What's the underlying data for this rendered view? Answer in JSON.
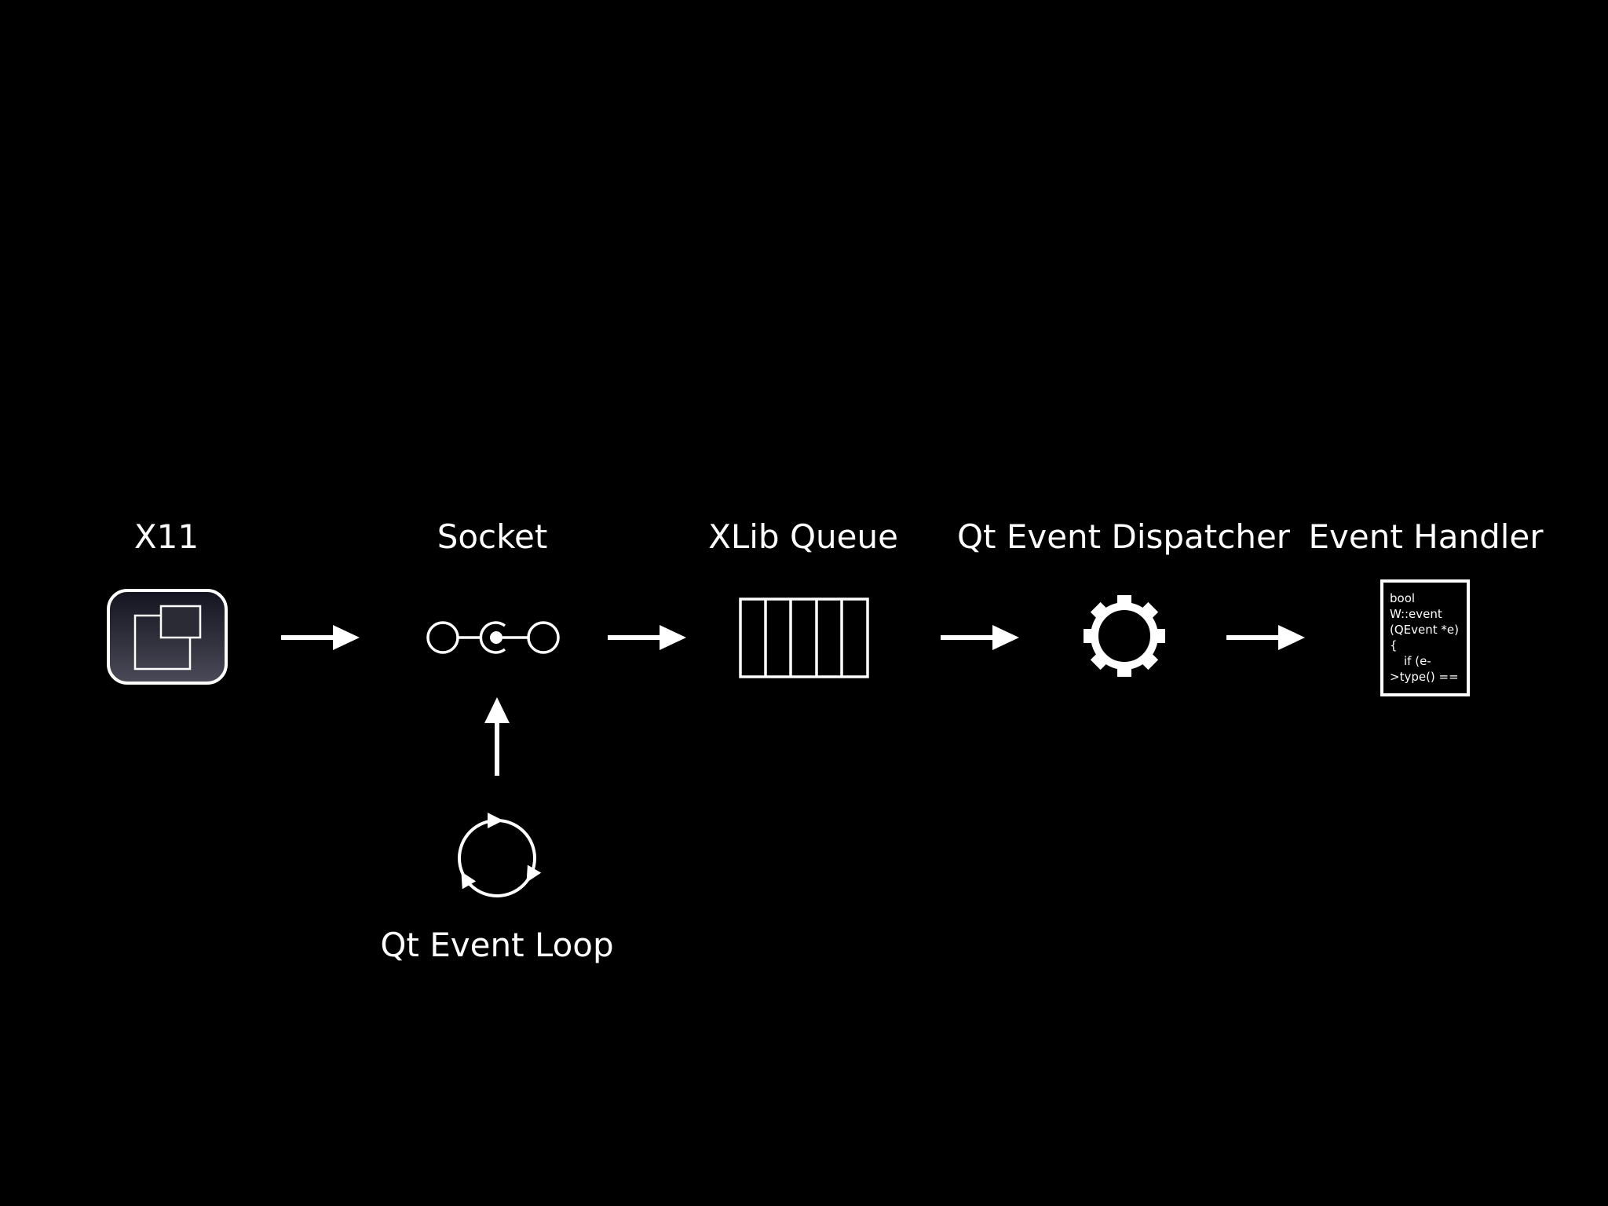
{
  "colors": {
    "background": "#000000",
    "foreground": "#ffffff",
    "x11_icon_fill_top": "#141420",
    "x11_icon_fill_bottom": "#4a4a58"
  },
  "nodes": {
    "x11": {
      "label": "X11",
      "icon": "x11-window-icon"
    },
    "socket": {
      "label": "Socket",
      "icon": "socket-icon"
    },
    "xlib_queue": {
      "label": "XLib Queue",
      "icon": "queue-icon"
    },
    "dispatcher": {
      "label": "Qt Event Dispatcher",
      "icon": "gear-icon"
    },
    "handler": {
      "label": "Event Handler",
      "icon": "code-document-icon",
      "code_lines": [
        "bool",
        "W::event",
        "(QEvent *e)",
        "{",
        "    if (e-",
        ">type() =="
      ]
    },
    "event_loop": {
      "label": "Qt Event Loop",
      "icon": "cycle-arrows-icon"
    }
  },
  "edges": [
    {
      "from": "x11",
      "to": "socket"
    },
    {
      "from": "socket",
      "to": "xlib_queue"
    },
    {
      "from": "xlib_queue",
      "to": "dispatcher"
    },
    {
      "from": "dispatcher",
      "to": "handler"
    },
    {
      "from": "event_loop",
      "to": "socket"
    }
  ]
}
